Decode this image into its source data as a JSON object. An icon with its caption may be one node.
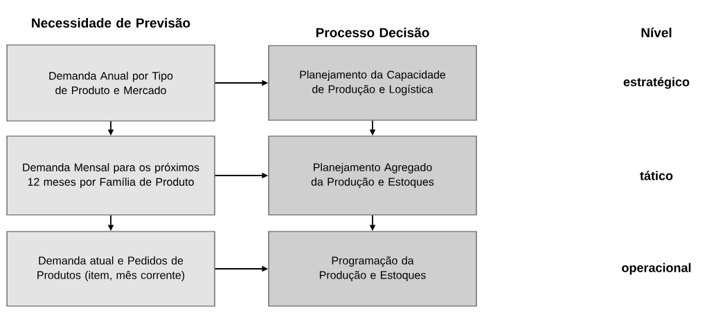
{
  "diagram": {
    "nodes": [
      {
        "text": [
          "Demanda Anual por Tipo de Produto e Mercado"
        ]
      },
      {
        "text": [
          "Planejamento da Capacidade de Produção e Logística"
        ]
      },
      {
        "text": [
          "Demanda Mensal para os próximos 12 meses por Família de Produto"
        ]
      },
      {
        "text": [
          "Planejamento Agregado da Produção e Estoques"
        ]
      },
      {
        "text": [
          "Demanda atual e Pedidos de Produtos (item, mês corrente)"
        ]
      },
      {
        "text": [
          "Programação da Produção e Estoques"
        ]
      }
    ],
    "edges": [
      {
        "from": 0,
        "to": 1,
        "arrow": "to"
      },
      {
        "from": 0,
        "to": 2,
        "arrow": "to"
      },
      {
        "from": 1,
        "to": 3,
        "arrow": "to"
      },
      {
        "from": 2,
        "to": 3,
        "arrow": "to"
      },
      {
        "from": 2,
        "to": 4,
        "arrow": "to"
      },
      {
        "from": 3,
        "to": 5,
        "arrow": "to"
      },
      {
        "from": 4,
        "to": 5,
        "arrow": "to"
      }
    ],
    "labels": [
      "Necessidade de Previsão",
      "Processo Decisão",
      "Nível",
      "estratégico",
      "tático",
      "operacional"
    ]
  }
}
